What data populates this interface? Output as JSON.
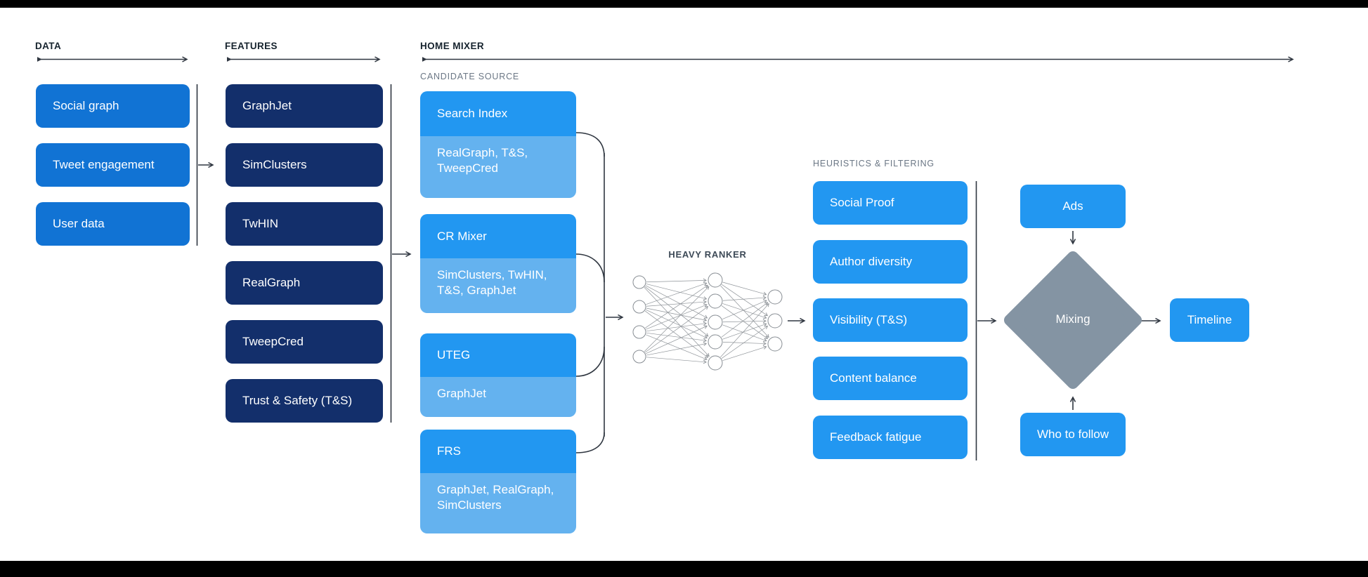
{
  "colors": {
    "background": "#ffffff",
    "frame_bar": "#000000",
    "data_box": "#1173d4",
    "features_box": "#132f6b",
    "candidate_head": "#2297f1",
    "candidate_sub": "#64b2ef",
    "heuristics_box": "#2297f1",
    "output_box": "#2297f1",
    "mixing_diamond": "#8494a3",
    "box_text": "#ffffff",
    "section_label": "#16232e",
    "sub_label": "#6b7785",
    "heavy_ranker_label": "#3d4a57",
    "connector": "#2f3640",
    "network_edge": "#8f9499"
  },
  "sections": {
    "data": {
      "label": "DATA",
      "boxes": [
        "Social graph",
        "Tweet engagement",
        "User data"
      ]
    },
    "features": {
      "label": "FEATURES",
      "boxes": [
        "GraphJet",
        "SimClusters",
        "TwHIN",
        "RealGraph",
        "TweepCred",
        "Trust & Safety (T&S)"
      ]
    },
    "home_mixer": {
      "label": "HOME MIXER",
      "candidate_source": {
        "label": "CANDIDATE SOURCE",
        "groups": [
          {
            "title": "Search Index",
            "sub": "RealGraph, T&S, TweepCred"
          },
          {
            "title": "CR Mixer",
            "sub": "SimClusters, TwHIN, T&S, GraphJet"
          },
          {
            "title": "UTEG",
            "sub": "GraphJet"
          },
          {
            "title": "FRS",
            "sub": "GraphJet, RealGraph, SimClusters"
          }
        ]
      },
      "heavy_ranker": {
        "label": "HEAVY RANKER",
        "layers": [
          4,
          5,
          3
        ]
      },
      "heuristics": {
        "label": "HEURISTICS & FILTERING",
        "boxes": [
          "Social Proof",
          "Author diversity",
          "Visibility (T&S)",
          "Content balance",
          "Feedback fatigue"
        ]
      },
      "mixing": {
        "ads": "Ads",
        "diamond": "Mixing",
        "who_to_follow": "Who to follow",
        "timeline": "Timeline"
      }
    }
  }
}
